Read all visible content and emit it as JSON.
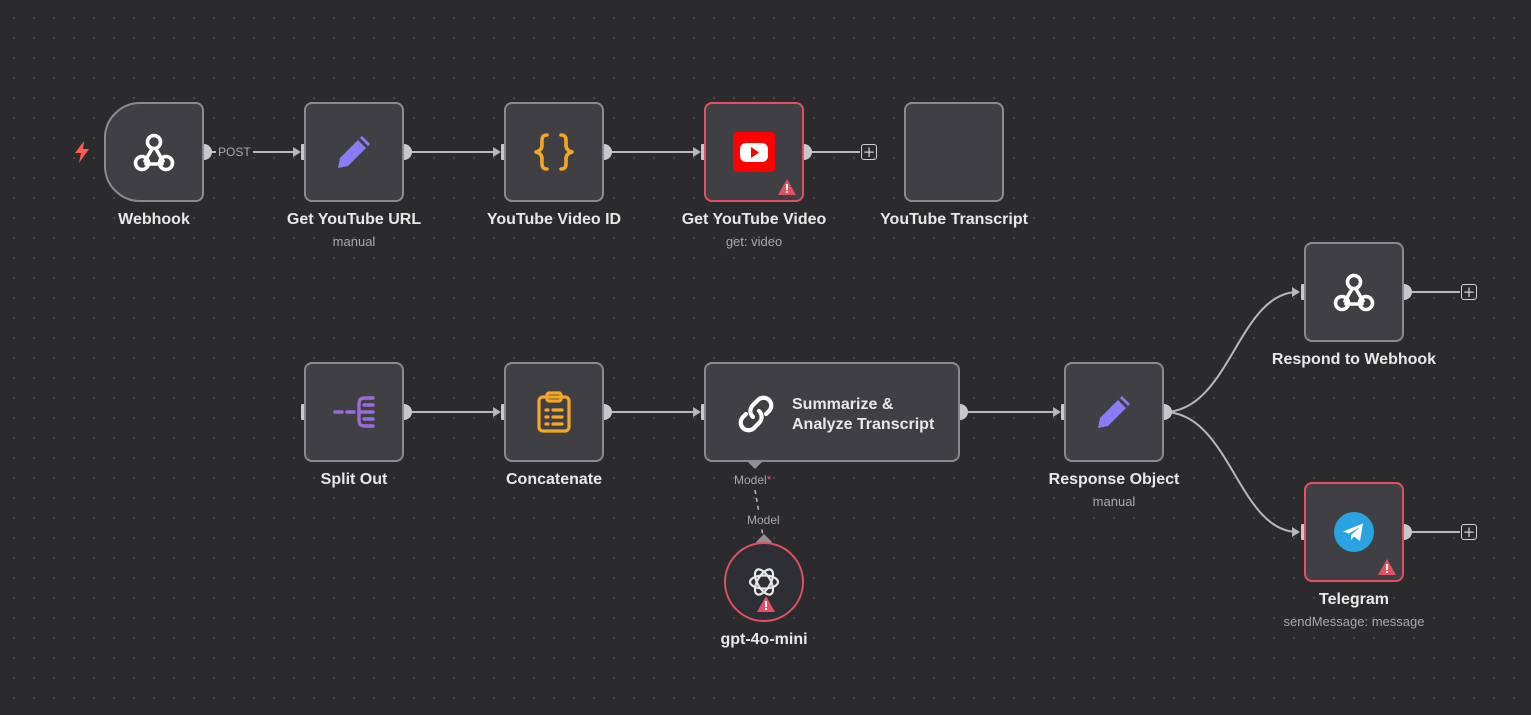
{
  "canvas": {
    "edge_label_post": "POST",
    "add_symbol": "+"
  },
  "nodes": {
    "webhook": {
      "label": "Webhook",
      "icon": "webhook-icon"
    },
    "get_youtube_url": {
      "label": "Get YouTube URL",
      "sublabel": "manual",
      "icon": "pencil-icon"
    },
    "youtube_video_id": {
      "label": "YouTube Video ID",
      "icon": "curly-braces-icon"
    },
    "get_youtube_video": {
      "label": "Get YouTube Video",
      "sublabel": "get: video",
      "icon": "youtube-icon"
    },
    "youtube_transcript": {
      "label": "YouTube Transcript"
    },
    "respond_to_webhook": {
      "label": "Respond to Webhook",
      "icon": "webhook-icon"
    },
    "split_out": {
      "label": "Split Out",
      "icon": "split-out-icon"
    },
    "concatenate": {
      "label": "Concatenate",
      "icon": "clipboard-icon"
    },
    "summarize": {
      "line1": "Summarize &",
      "line2": "Analyze Transcript",
      "icon": "chain-link-icon",
      "port_label": "Model",
      "port_required": "*"
    },
    "response_object": {
      "label": "Response Object",
      "sublabel": "manual",
      "icon": "pencil-icon"
    },
    "telegram": {
      "label": "Telegram",
      "sublabel": "sendMessage: message",
      "icon": "telegram-icon"
    },
    "gpt": {
      "label": "gpt-4o-mini",
      "port_label": "Model",
      "icon": "openai-icon"
    }
  },
  "colors": {
    "canvas": "#2b2b2d",
    "node_fill": "#404044",
    "node_border": "#8a8a8f",
    "error_border": "#e05263",
    "wire": "#b8b8bc",
    "pencil": "#8b7cf6",
    "braces": "#f5a623",
    "youtube": "#ff0000",
    "split_out": "#9b6bd6",
    "clipboard": "#f5a623",
    "telegram": "#2aa3e0",
    "trigger_bolt": "#ff5a5a"
  }
}
